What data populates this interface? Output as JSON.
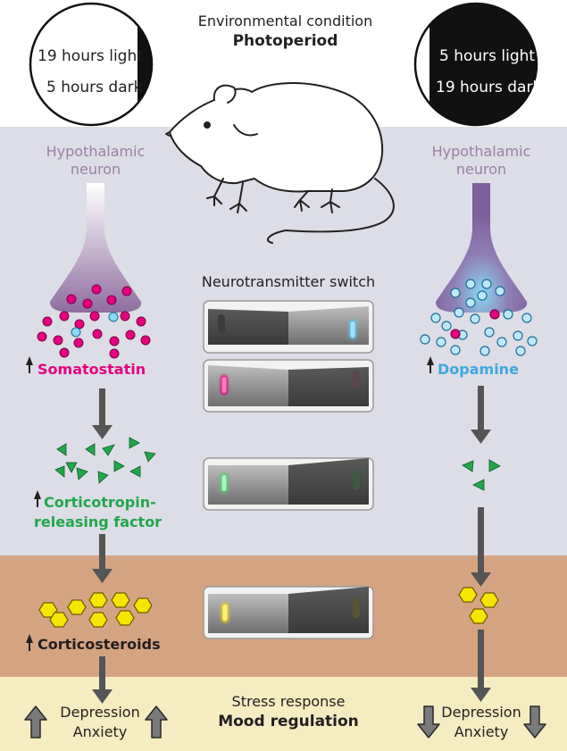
{
  "header": {
    "env_condition": "Environmental condition",
    "photoperiod": "Photoperiod"
  },
  "long_day": {
    "light": "19 hours light",
    "dark": "5 hours dark"
  },
  "short_day": {
    "light": "5 hours light",
    "dark": "19 hours dark"
  },
  "left_neuron": {
    "label_line1": "Hypothalamic",
    "label_line2": "neuron"
  },
  "right_neuron": {
    "label_line1": "Hypothalamic",
    "label_line2": "neuron"
  },
  "switch_title": "Neurotransmitter switch",
  "left": {
    "somatostatin": "Somatostatin",
    "crf_line1": "Corticotropin-",
    "crf_line2": "releasing factor",
    "corticosteroids": "Corticosteroids",
    "outcome_line1": "Depression",
    "outcome_line2": "Anxiety"
  },
  "right": {
    "dopamine": "Dopamine",
    "outcome_line1": "Depression",
    "outcome_line2": "Anxiety"
  },
  "footer": {
    "stress_response": "Stress response",
    "mood_regulation": "Mood regulation"
  },
  "colors": {
    "somatostatin": "#e6007e",
    "dopamine": "#3fa9e0",
    "crf": "#22a64b",
    "corticosteroid": "#f5e600",
    "neuron_label": "#9b7fa6",
    "band_gray": "#dcdde6",
    "band_brown": "#d4a482",
    "band_cream": "#f5ecc2"
  }
}
